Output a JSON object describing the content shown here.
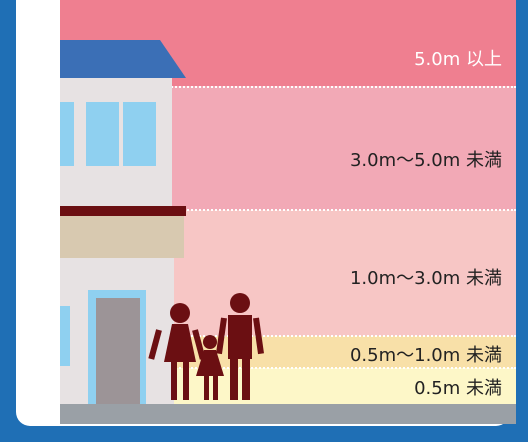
{
  "levels": [
    {
      "label": "5.0m 以上",
      "color": "#ef7f90"
    },
    {
      "label": "3.0m〜5.0m 未満",
      "color": "#f2a9b6"
    },
    {
      "label": "1.0m〜3.0m 未満",
      "color": "#f7c6c5"
    },
    {
      "label": "0.5m〜1.0m 未満",
      "color": "#f8e0a8"
    },
    {
      "label": "0.5m 未満",
      "color": "#fdf7c8"
    }
  ],
  "colors": {
    "frame": "#1f6fb5",
    "house_wall": "#e7e2e3",
    "roof": "#3b6fb6",
    "window": "#8fd0f0",
    "silhouette": "#6b0f12",
    "ground": "#9aa0a6"
  }
}
